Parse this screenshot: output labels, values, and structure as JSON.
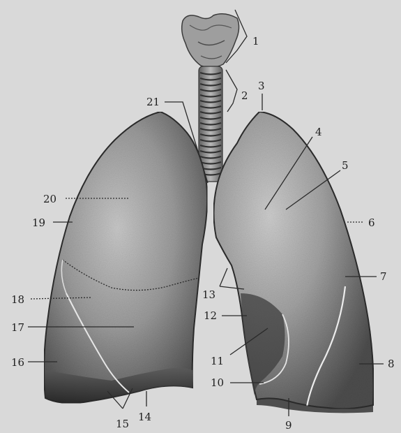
{
  "figure": {
    "labels": [
      "1",
      "2",
      "3",
      "4",
      "5",
      "6",
      "7",
      "8",
      "9",
      "10",
      "11",
      "12",
      "13",
      "14",
      "15",
      "16",
      "17",
      "18",
      "19",
      "20",
      "21"
    ]
  },
  "colors": {
    "background": "#d9d9d9",
    "lung_light": "#c9c9c9",
    "lung_dark": "#4a4a4a",
    "trachea": "#8a8a8a",
    "text": "#1e1e1e"
  }
}
